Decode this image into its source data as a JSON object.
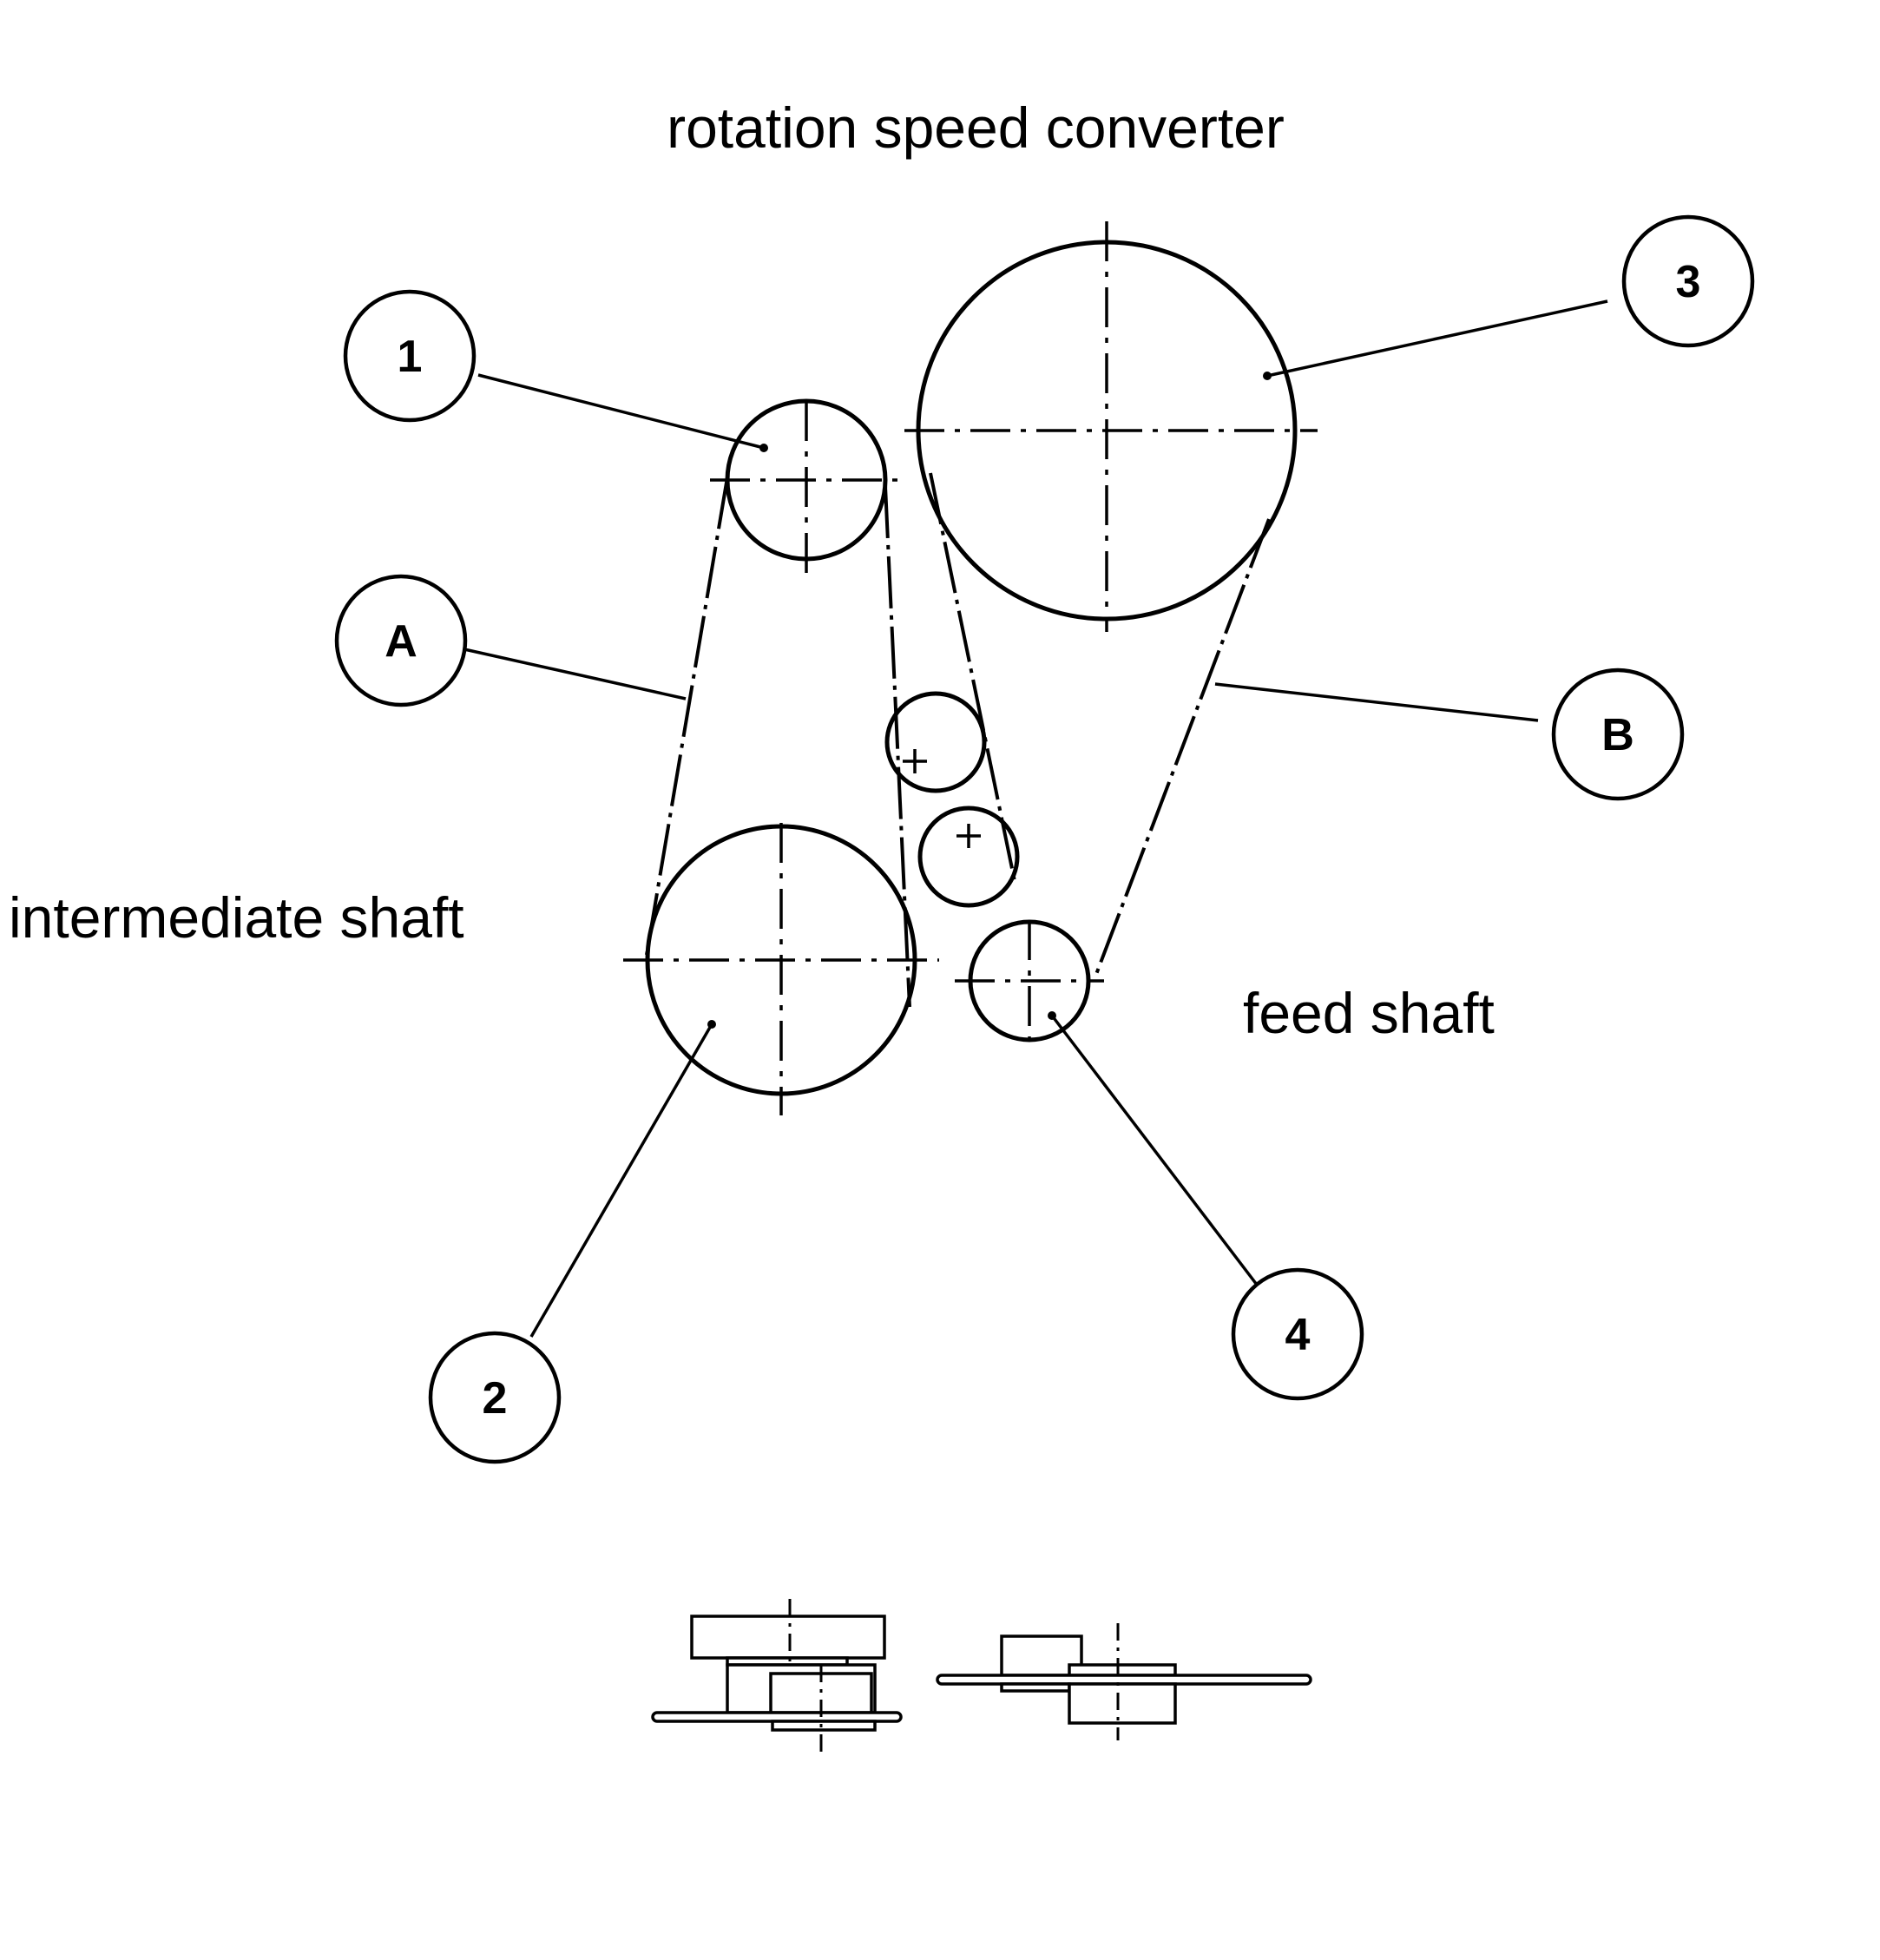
{
  "title": "rotation speed converter",
  "labels": {
    "intermediate": "intermediate shaft",
    "feed": "feed shaft"
  },
  "callouts": {
    "p1": "1",
    "p2": "2",
    "p3": "3",
    "p4": "4",
    "beltA": "A",
    "beltB": "B"
  }
}
